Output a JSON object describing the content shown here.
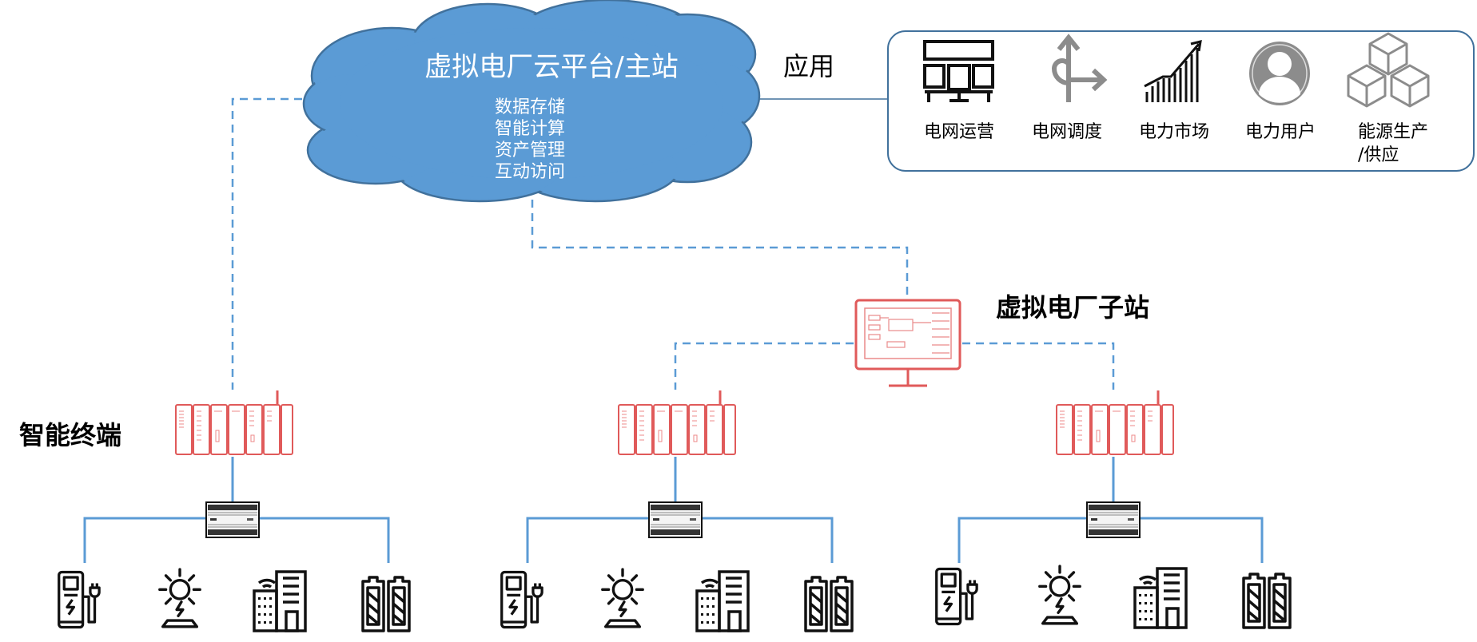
{
  "cloud": {
    "title": "虚拟电厂云平台/主站",
    "functions": [
      "数据存储",
      "智能计算",
      "资产管理",
      "互动访问"
    ]
  },
  "application_label": "应用",
  "applications": [
    {
      "label": "电网运营",
      "icon": "control-room-icon"
    },
    {
      "label": "电网调度",
      "icon": "dispatch-arrows-icon"
    },
    {
      "label": "电力市场",
      "icon": "market-chart-icon"
    },
    {
      "label": "电力用户",
      "icon": "user-icon"
    },
    {
      "label_line1": "能源生产",
      "label_line2": "/供应",
      "icon": "cubes-icon"
    }
  ],
  "substation_label": "虚拟电厂子站",
  "terminal_label": "智能终端",
  "groups": [
    {
      "devices": [
        "ev-charger-icon",
        "solar-icon",
        "building-icon",
        "battery-icon"
      ]
    },
    {
      "devices": [
        "ev-charger-icon",
        "solar-icon",
        "building-icon",
        "battery-icon"
      ]
    },
    {
      "devices": [
        "ev-charger-icon",
        "solar-icon",
        "building-icon",
        "battery-icon"
      ]
    }
  ],
  "colors": {
    "cloud_fill": "#5b9bd5",
    "cloud_stroke": "#41719c",
    "link": "#5b9bd5",
    "device_red": "#e05a5a"
  }
}
